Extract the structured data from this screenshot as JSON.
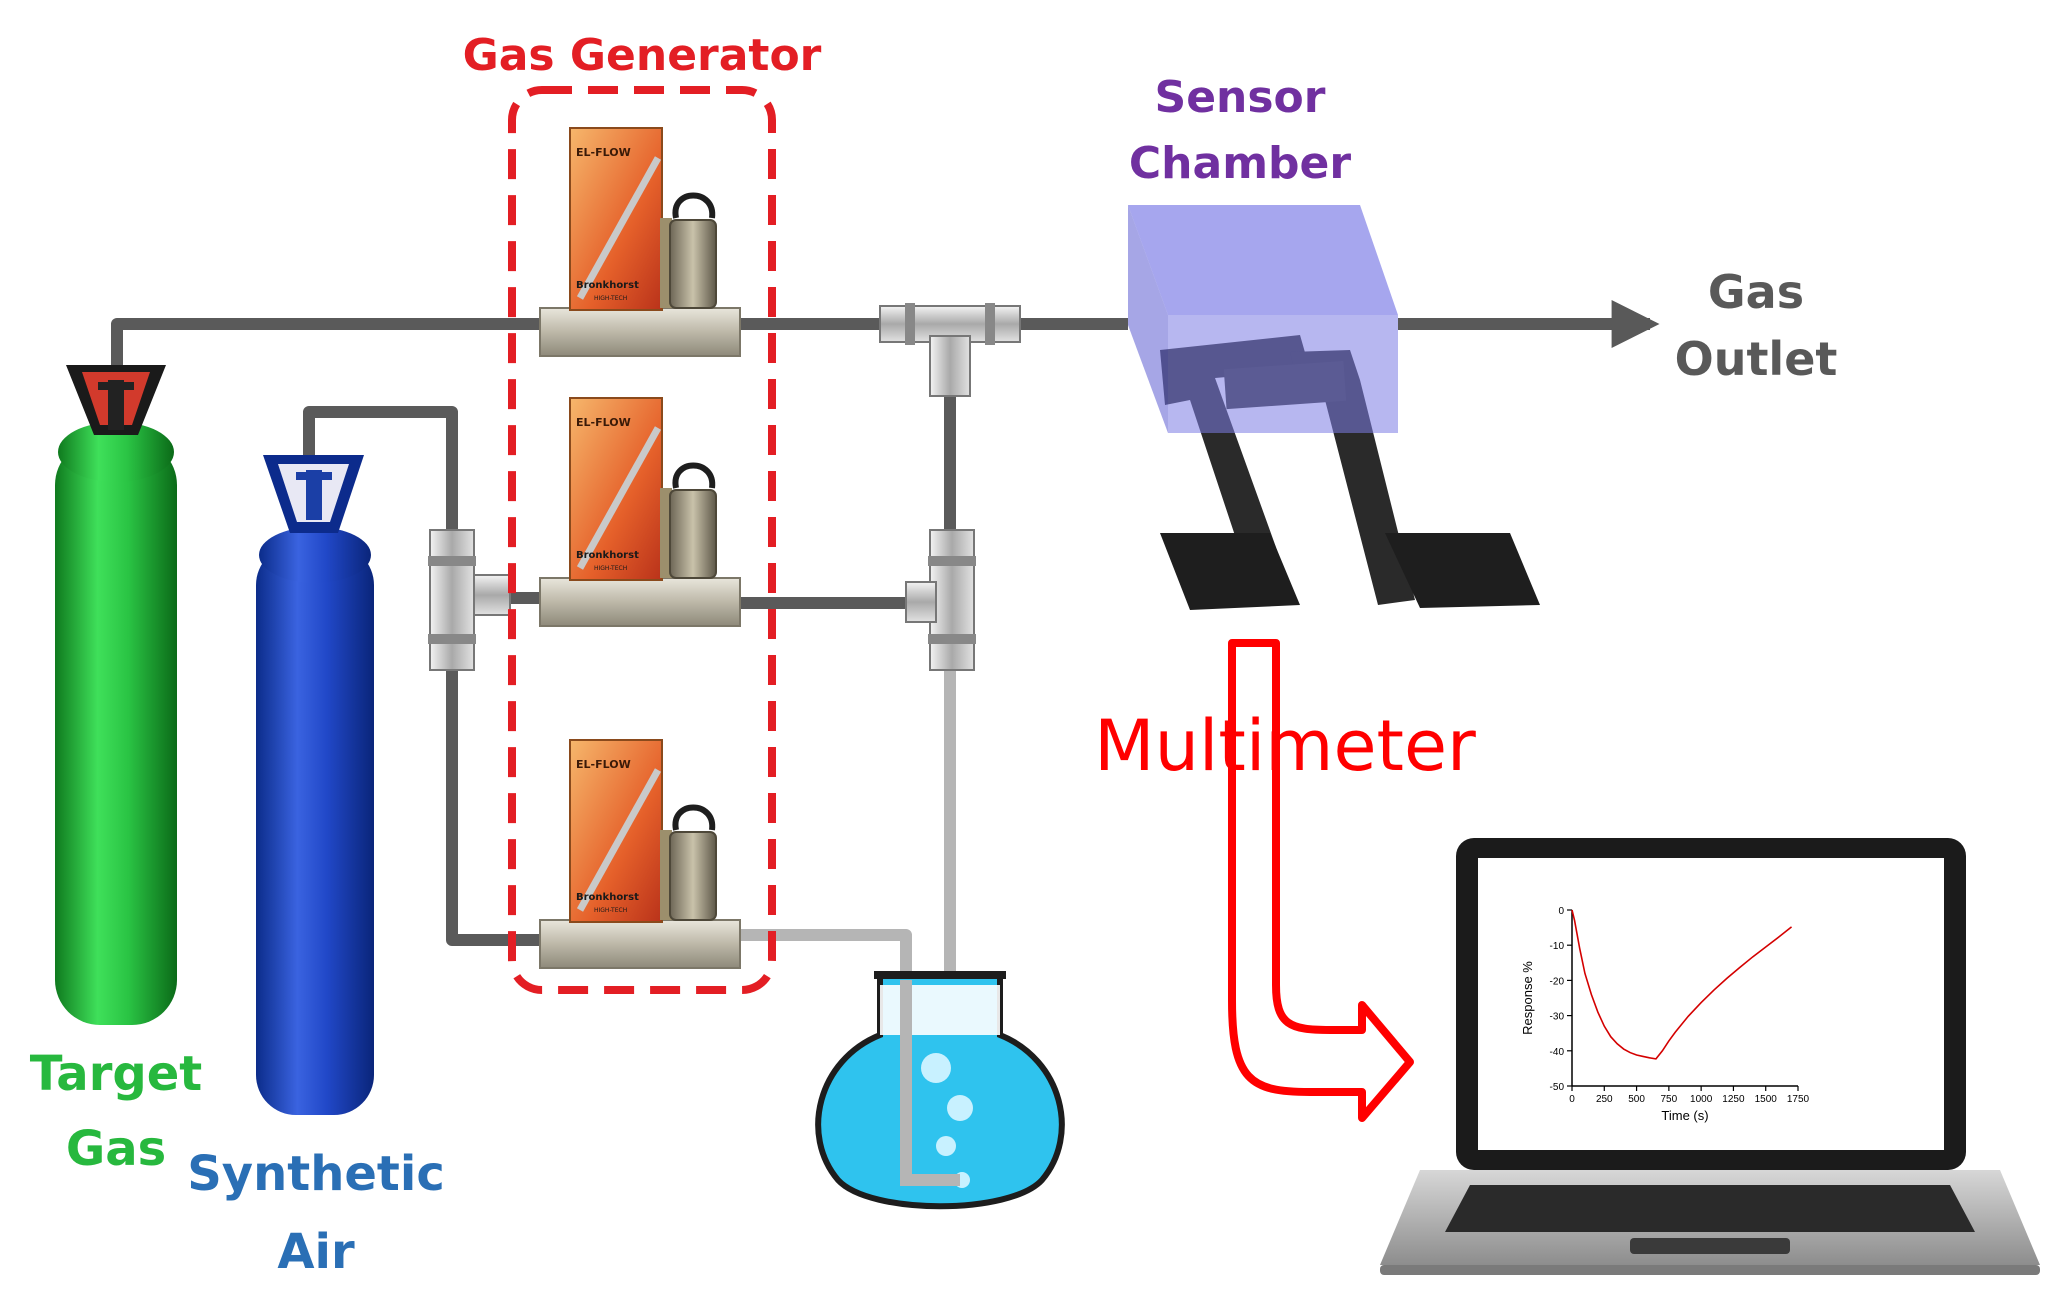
{
  "labels": {
    "gas_generator": "Gas Generator",
    "sensor_line1": "Sensor",
    "sensor_line2": "Chamber",
    "outlet_line1": "Gas",
    "outlet_line2": "Outlet",
    "target_line1": "Target",
    "target_line2": "Gas",
    "air_line1": "Synthetic",
    "air_line2": "Air",
    "multimeter": "Multimeter"
  },
  "mfc": {
    "brand": "EL-FLOW",
    "maker": "Bronkhorst",
    "sub": "HIGH-TECH"
  },
  "colors": {
    "target_gas": "#27b83e",
    "synthetic_air": "#2a6fb5",
    "generator": "#e31e24",
    "sensor": "#7030a0",
    "outlet": "#595959",
    "multimeter": "#ff0000"
  },
  "chart_data": {
    "type": "line",
    "xlabel": "Time (s)",
    "ylabel": "Response %",
    "xlim": [
      0,
      1750
    ],
    "ylim": [
      -50,
      0
    ],
    "xticks": [
      0,
      250,
      500,
      750,
      1000,
      1250,
      1500,
      1750
    ],
    "yticks": [
      0,
      -10,
      -20,
      -30,
      -40,
      -50
    ],
    "series": [
      {
        "x": [
          0,
          20,
          60,
          100,
          150,
          200,
          250,
          300,
          350,
          400,
          450,
          500,
          550,
          600,
          650,
          700,
          750,
          800,
          900,
          1000,
          1100,
          1200,
          1300,
          1400,
          1500,
          1600,
          1700
        ],
        "y": [
          0,
          -3,
          -11,
          -18,
          -24,
          -29,
          -33,
          -36,
          -38,
          -39.5,
          -40.5,
          -41.2,
          -41.6,
          -42,
          -42.3,
          -40,
          -37.2,
          -34.7,
          -30.2,
          -26.3,
          -22.7,
          -19.4,
          -16.3,
          -13.3,
          -10.5,
          -7.7,
          -4.8
        ]
      }
    ]
  }
}
